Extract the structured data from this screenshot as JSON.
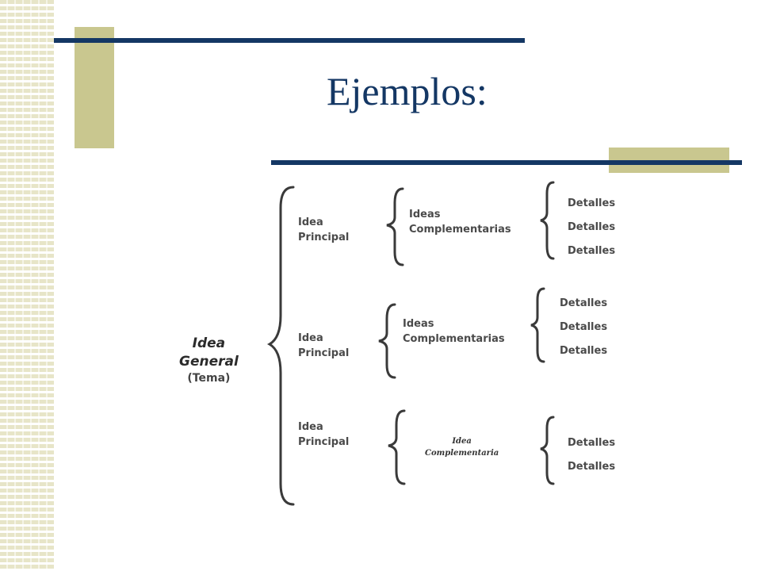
{
  "slide": {
    "title": "Ejemplos:",
    "colors": {
      "title": "#143764",
      "rule": "#143764",
      "accent_block": "#c9c78f",
      "stripe": "#e7e5c8"
    }
  },
  "diagram": {
    "general": {
      "line1": "Idea",
      "line2": "General",
      "line3": "(Tema)"
    },
    "branches": [
      {
        "principal": {
          "line1": "Idea",
          "line2": "Principal"
        },
        "complementary": {
          "line1": "Ideas",
          "line2": "Complementarias"
        },
        "details": [
          "Detalles",
          "Detalles",
          "Detalles"
        ]
      },
      {
        "principal": {
          "line1": "Idea",
          "line2": "Principal"
        },
        "complementary": {
          "line1": "Ideas",
          "line2": "Complementarias"
        },
        "details": [
          "Detalles",
          "Detalles",
          "Detalles"
        ]
      },
      {
        "principal": {
          "line1": "Idea",
          "line2": "Principal"
        },
        "complementary": {
          "line1": "Idea",
          "line2": "Complementaria"
        },
        "details": [
          "Detalles",
          "Detalles"
        ]
      }
    ]
  }
}
